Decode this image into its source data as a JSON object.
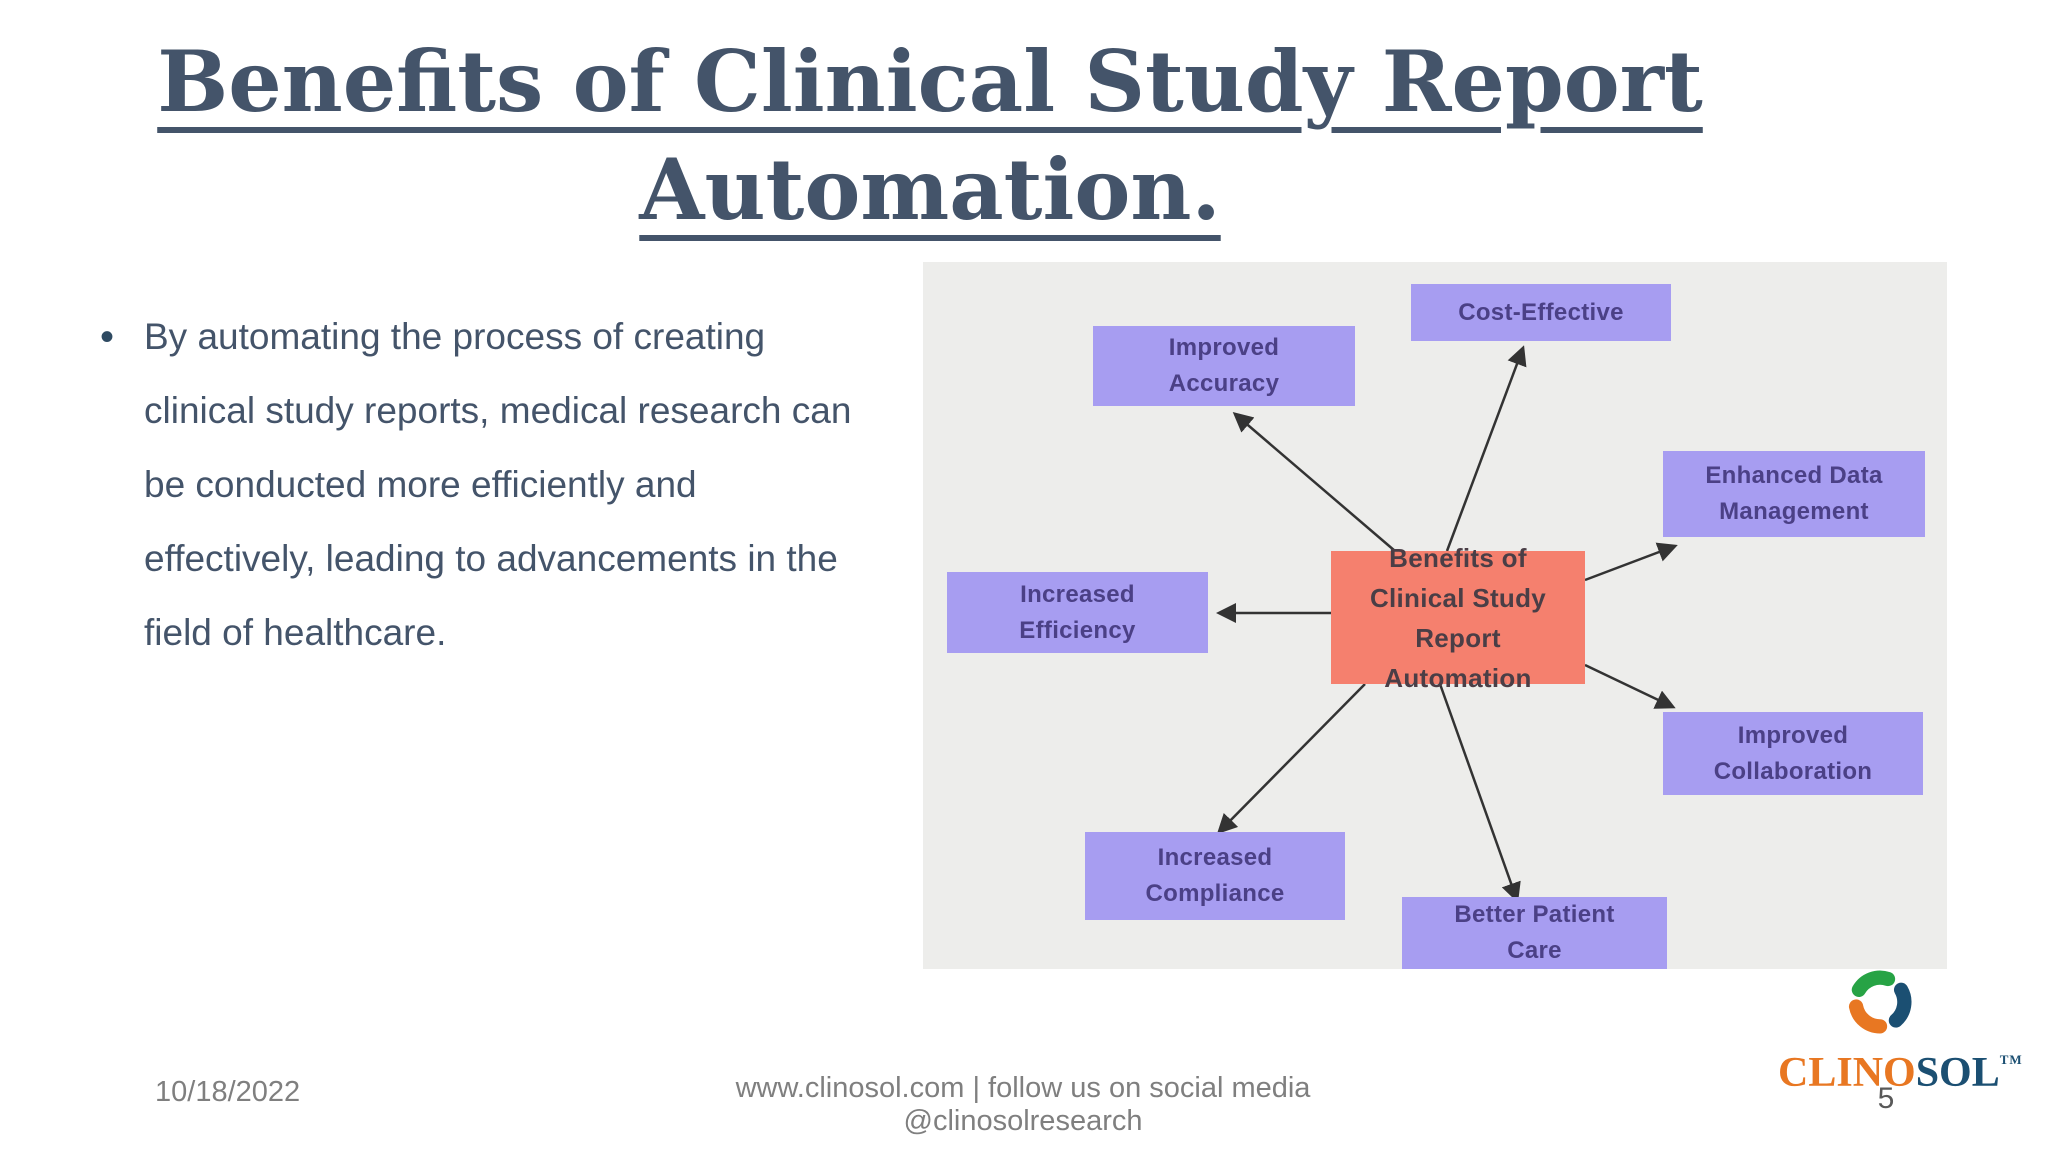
{
  "slide": {
    "title": "Benefits of Clinical Study Report Automation.",
    "bullet_marker": "•",
    "bullet_lines": [
      "By automating the process of creating",
      "clinical study reports, medical research can",
      "be conducted more efficiently and",
      "effectively, leading to advancements in the",
      "field of healthcare."
    ]
  },
  "diagram": {
    "center": {
      "lines": [
        "Benefits of",
        "Clinical Study",
        "Report",
        "Automation"
      ]
    },
    "nodes": [
      {
        "id": "improved-accuracy",
        "lines": [
          "Improved",
          "Accuracy"
        ]
      },
      {
        "id": "cost-effective",
        "lines": [
          "Cost-Effective"
        ]
      },
      {
        "id": "enhanced-data-management",
        "lines": [
          "Enhanced Data",
          "Management"
        ]
      },
      {
        "id": "increased-efficiency",
        "lines": [
          "Increased",
          "Efficiency"
        ]
      },
      {
        "id": "improved-collaboration",
        "lines": [
          "Improved",
          "Collaboration"
        ]
      },
      {
        "id": "increased-compliance",
        "lines": [
          "Increased",
          "Compliance"
        ]
      },
      {
        "id": "better-patient-care",
        "lines": [
          "Better Patient",
          "Care"
        ]
      }
    ]
  },
  "footer": {
    "date": "10/18/2022",
    "center_line1": "www.clinosol.com | follow us on social media",
    "center_line2": "@clinosolresearch",
    "page_number": "5"
  },
  "logo": {
    "text_primary": "CLINO",
    "text_secondary": "SOL",
    "tm": "TM",
    "icon": "three-hands-circle-icon"
  },
  "colors": {
    "accent_title": "#44546A",
    "body_text": "#44546A",
    "panel_bg": "#EDEDEB",
    "node_bg": "#A79DF1",
    "node_text": "#4B4086",
    "center_bg": "#F5806E",
    "center_text": "#4A3E46",
    "arrow": "#333333",
    "footer_text": "#7F7F7F",
    "page_number": "#595959",
    "logo_orange": "#E87722",
    "logo_navy": "#1B4F72",
    "logo_green": "#27A345"
  }
}
